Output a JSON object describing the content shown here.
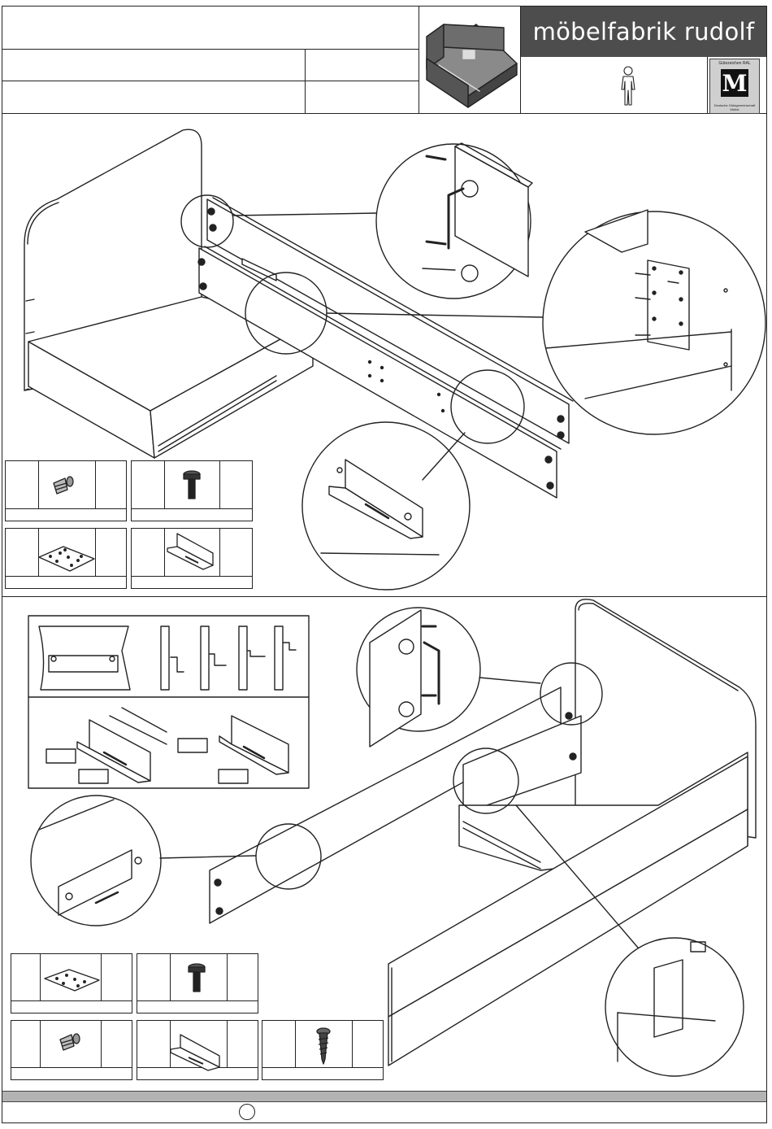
{
  "header": {
    "brand_name": "möbelfabrik rudolf",
    "ral_badge": {
      "top_text": "Gütezeichen RAL",
      "letter": "M",
      "bottom_text": "Deutsche Gütegemeinschaft Möbel"
    },
    "person_icon": "single-person-icon",
    "product_thumbnail_icon": "bed-drawer-thumbnail-icon"
  },
  "step_1": {
    "parts": [
      {
        "name": "cam-bolt",
        "icon": "cam-bolt-icon"
      },
      {
        "name": "connector-screw",
        "icon": "connector-screw-icon"
      },
      {
        "name": "perforated-plate",
        "icon": "perforated-plate-icon"
      },
      {
        "name": "angle-bracket",
        "icon": "angle-bracket-icon"
      }
    ]
  },
  "step_2": {
    "parts": [
      {
        "name": "perforated-plate",
        "icon": "perforated-plate-icon"
      },
      {
        "name": "connector-screw",
        "icon": "connector-screw-icon"
      },
      {
        "name": "cam-bolt",
        "icon": "cam-bolt-icon"
      },
      {
        "name": "angle-bracket",
        "icon": "angle-bracket-icon"
      },
      {
        "name": "wood-screw",
        "icon": "wood-screw-icon"
      }
    ]
  },
  "footer": {
    "page_marker_icon": "page-circle-icon"
  },
  "colors": {
    "brand_bg": "#4d4d4d",
    "footer_bar": "#b3b3b3",
    "line": "#222222"
  }
}
